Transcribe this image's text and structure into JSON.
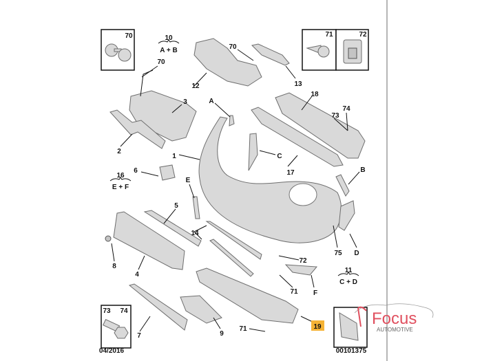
{
  "diagram": {
    "labels": {
      "l70_box": "70",
      "l10": "10",
      "l10_sub": "A + B",
      "l70_a": "70",
      "l12": "12",
      "l70_b": "70",
      "l13": "13",
      "l71_box": "71",
      "l72_box": "72",
      "l18": "18",
      "l3": "3",
      "lA": "A",
      "l73": "73",
      "l74": "74",
      "l2": "2",
      "l1": "1",
      "lC": "C",
      "l17": "17",
      "l6": "6",
      "l16": "16",
      "l16_sub": "E + F",
      "lB": "B",
      "lE": "E",
      "l5": "5",
      "l14": "14",
      "l8": "8",
      "l4": "4",
      "l75": "75",
      "lD": "D",
      "l72": "72",
      "l11": "11",
      "l11_sub": "C + D",
      "l71_a": "71",
      "lF": "F",
      "l73_box": "73",
      "l74_box": "74",
      "l7": "7",
      "l9": "9",
      "l71_b": "71",
      "l19": "19"
    },
    "date": "04/2016",
    "reference": "00101375",
    "highlight_color": "#f5b335"
  },
  "logo": {
    "name": "Focus",
    "subtitle": "AUTOMOTIVE",
    "color": "#e0505f"
  }
}
